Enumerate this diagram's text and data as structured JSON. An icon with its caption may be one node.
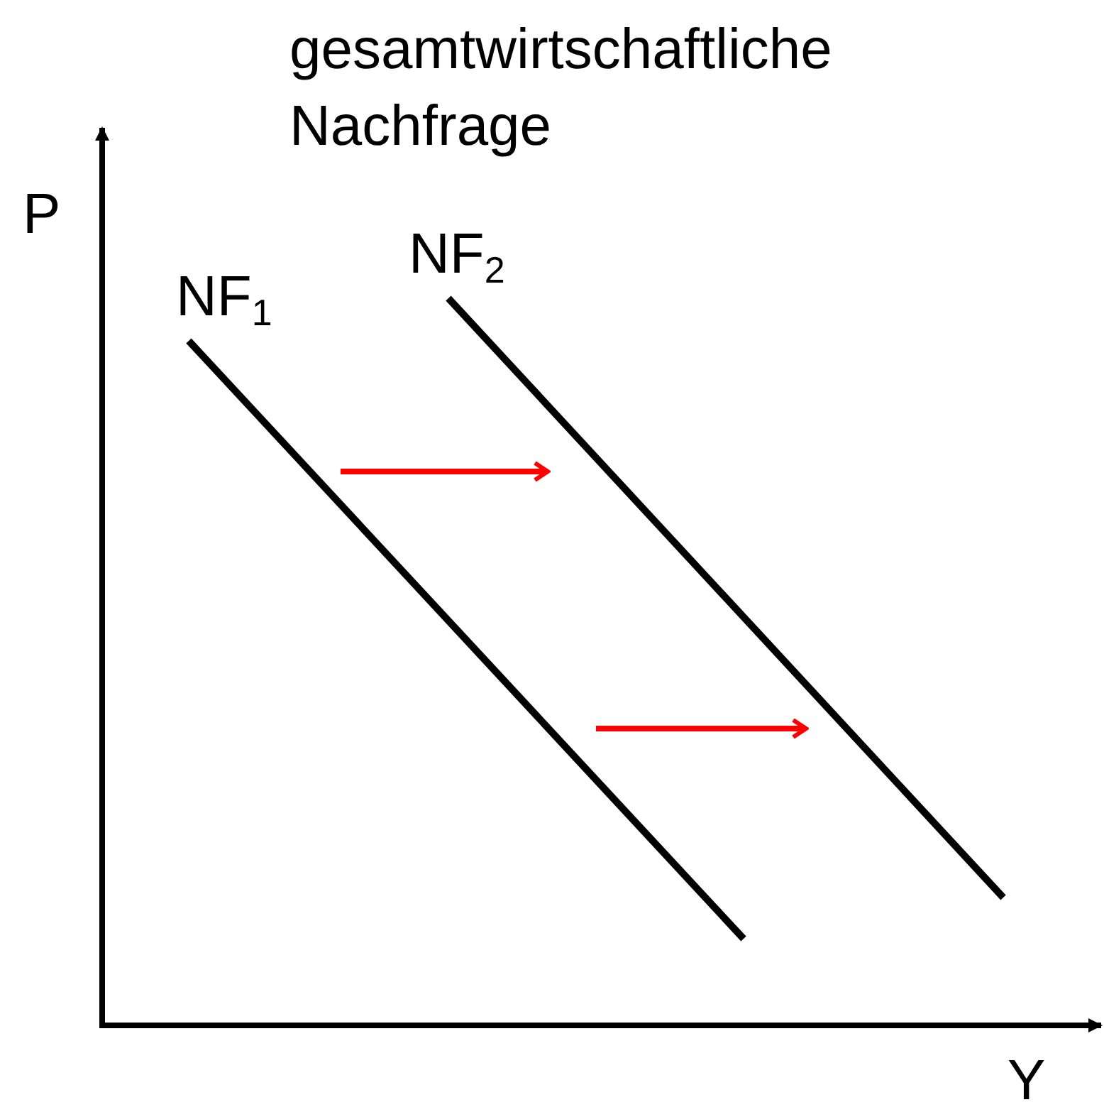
{
  "diagram": {
    "title": "gesamtwirtschaftliche Nachfrage",
    "labels": [
      "P",
      "NF$_{1}$",
      "NF$_{2}$",
      "Y"
    ]
  }
}
